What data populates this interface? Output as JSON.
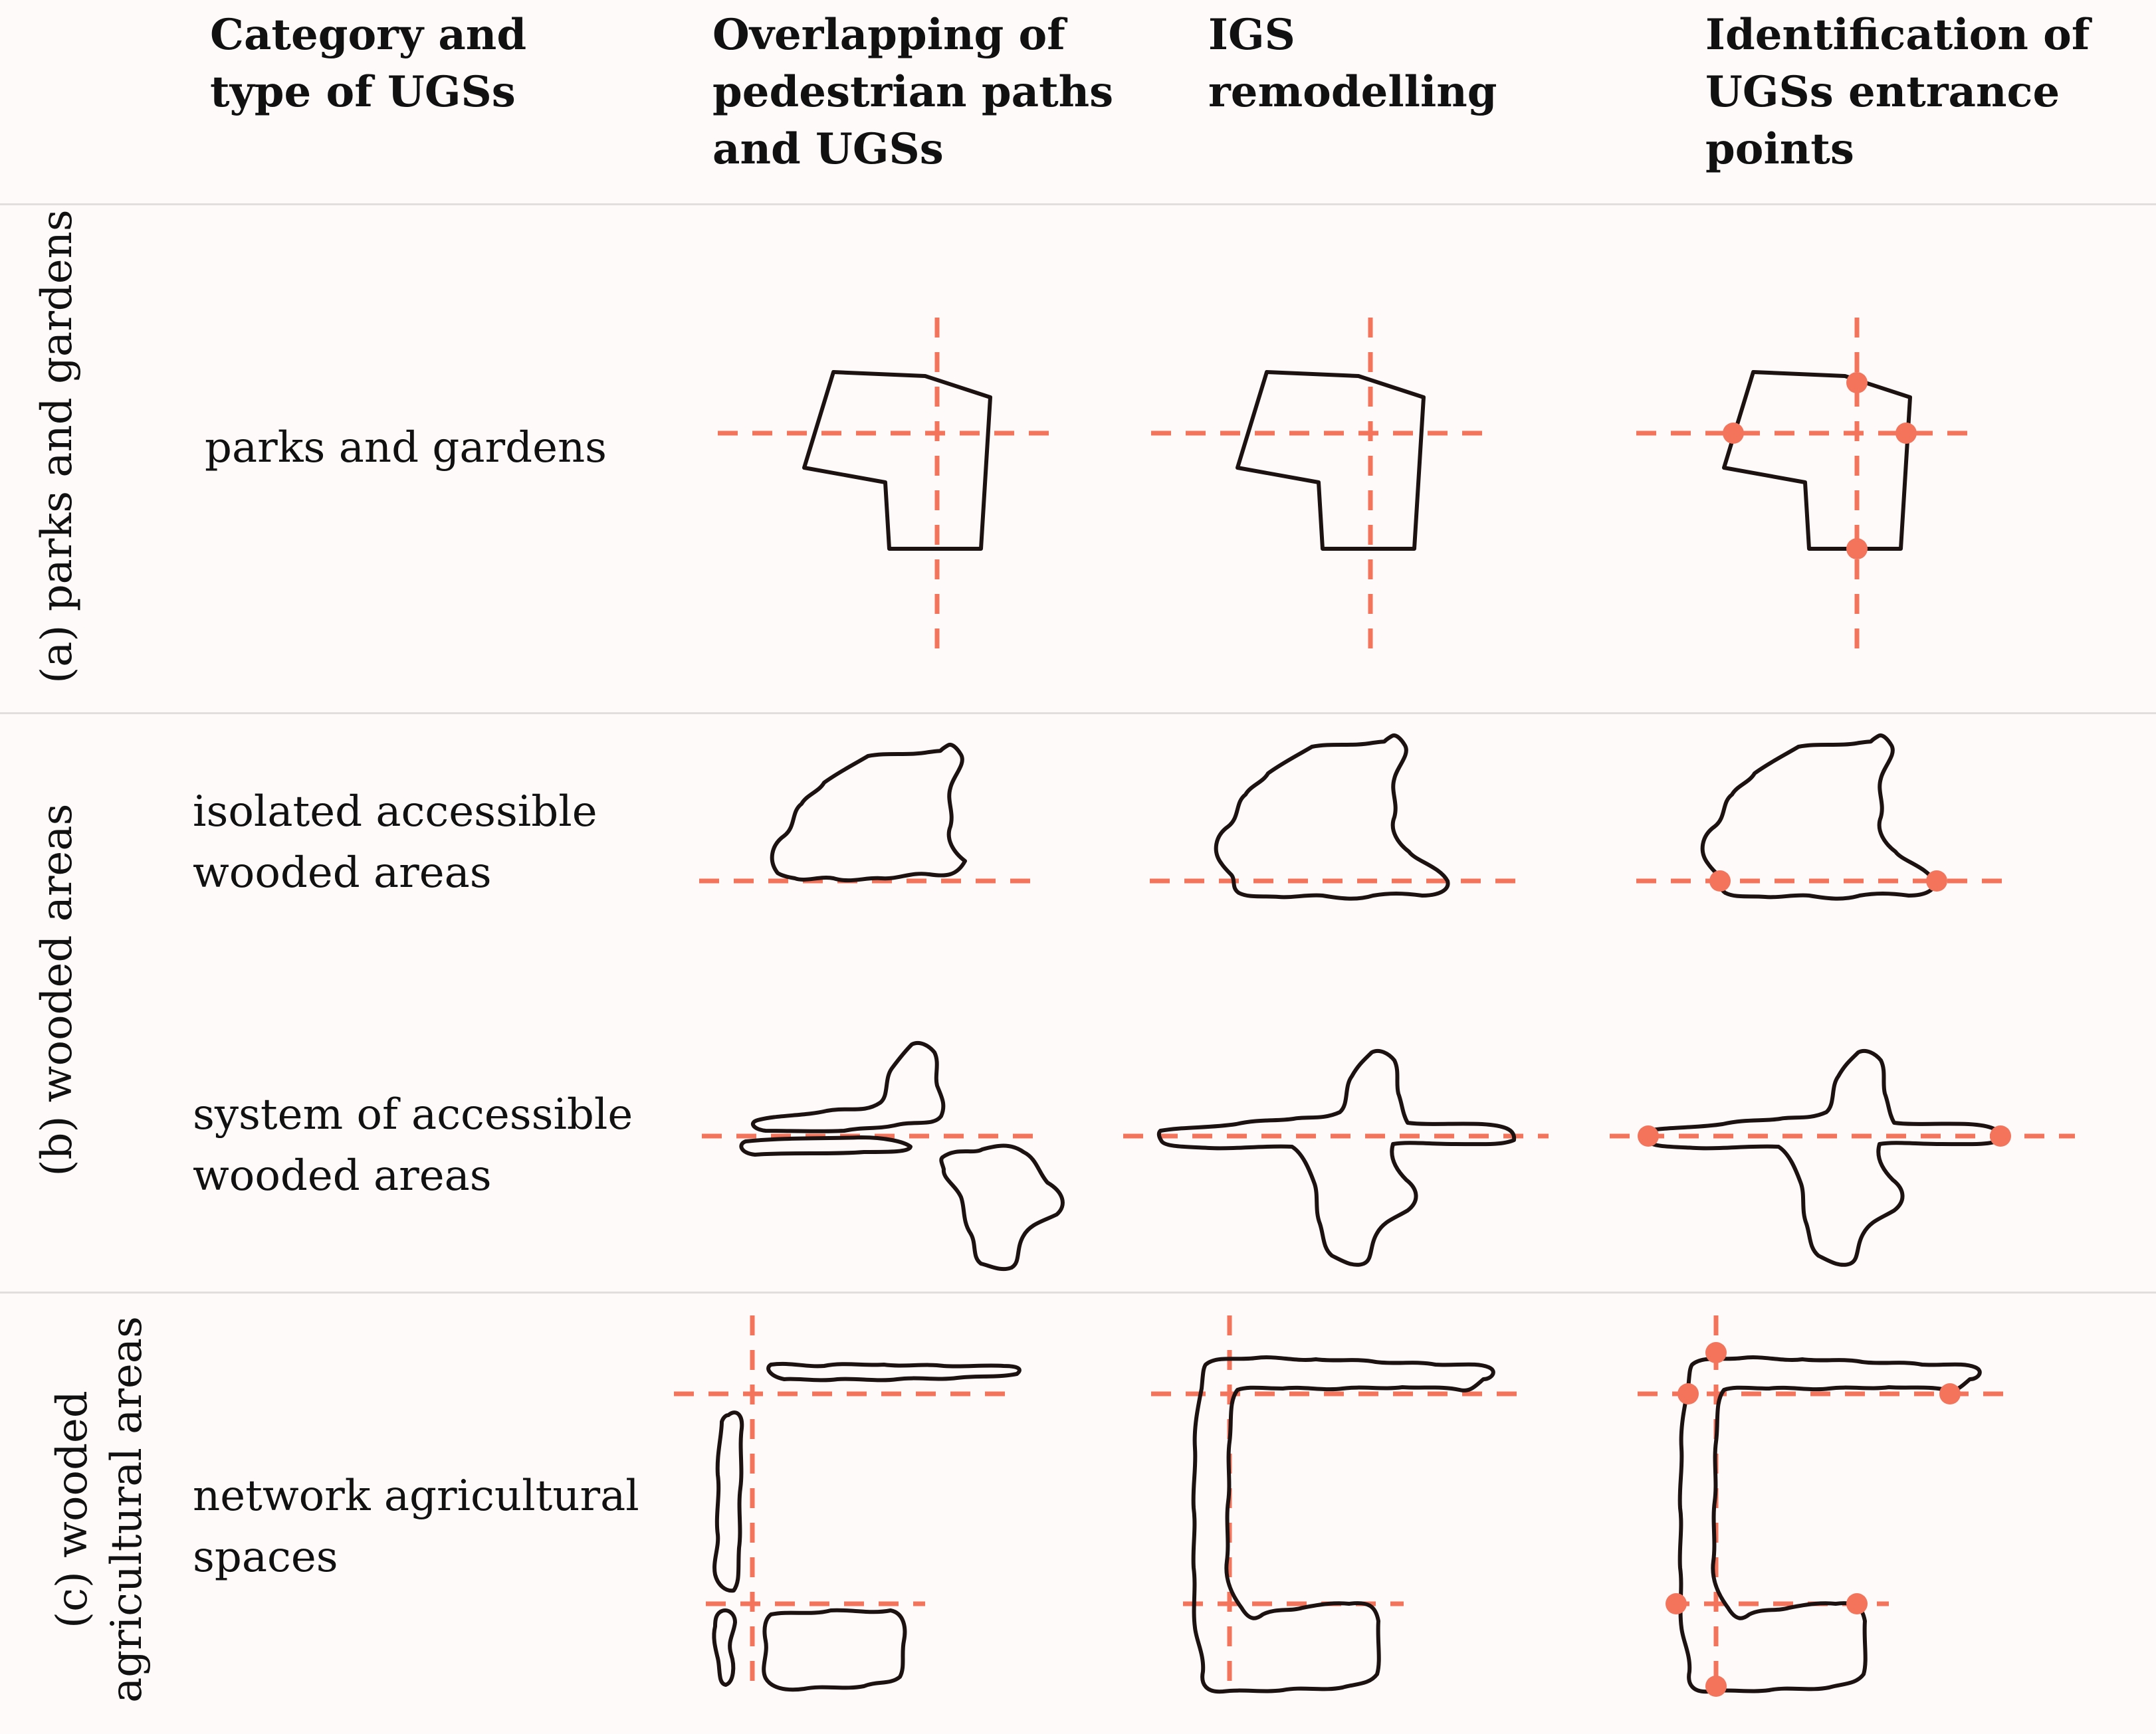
{
  "headers": [
    [
      "Category and",
      "type of UGSs"
    ],
    [
      "Overlapping of",
      "pedestrian paths",
      "and UGSs"
    ],
    [
      "IGS",
      "remodelling"
    ],
    [
      "Identification of",
      "UGSs entrance",
      "points"
    ]
  ],
  "rows": [
    {
      "category": [
        "(a) parks and gardens"
      ],
      "types": [
        {
          "lines": [
            "parks and gardens"
          ]
        }
      ]
    },
    {
      "category": [
        "(b) wooded areas"
      ],
      "types": [
        {
          "lines": [
            "isolated accessible",
            "wooded areas"
          ]
        },
        {
          "lines": [
            "system of accessible",
            "wooded areas"
          ]
        }
      ]
    },
    {
      "category": [
        "(c) wooded",
        "agricultural areas"
      ],
      "types": [
        {
          "lines": [
            "network agricultural",
            "spaces"
          ]
        }
      ]
    }
  ],
  "colors": {
    "path": "#f4735b",
    "outline": "#1d1212",
    "entrance": "#f4735b",
    "separator": "#e3dede"
  }
}
